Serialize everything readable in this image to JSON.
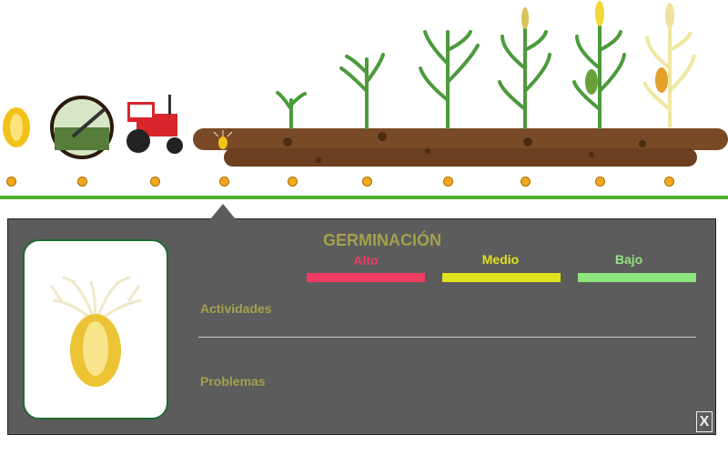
{
  "stages": [
    {
      "icon": "seed-icon"
    },
    {
      "icon": "plowing-icon"
    },
    {
      "icon": "tractor-icon"
    },
    {
      "icon": "germination-icon",
      "active": true
    },
    {
      "icon": "seedling-icon"
    },
    {
      "icon": "young-plant-icon"
    },
    {
      "icon": "growing-plant-icon"
    },
    {
      "icon": "tasseling-plant-icon"
    },
    {
      "icon": "ear-plant-icon"
    },
    {
      "icon": "mature-plant-icon"
    }
  ],
  "popup": {
    "title": "GERMINACIÓN",
    "levels": [
      {
        "label": "Alto",
        "color": "#f03c62"
      },
      {
        "label": "Medio",
        "color": "#e2e21e"
      },
      {
        "label": "Bajo",
        "color": "#8fe57e"
      }
    ],
    "activities_label": "Actividades",
    "problems_label": "Problemas",
    "close_label": "X"
  }
}
